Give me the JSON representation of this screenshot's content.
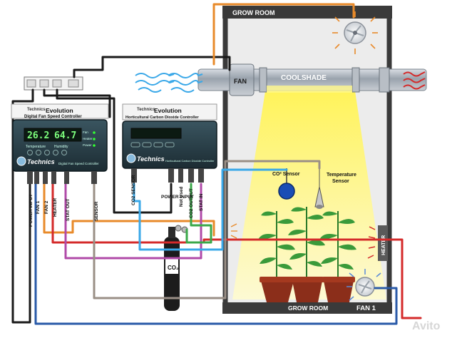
{
  "grow_room": {
    "top_label": "GROW ROOM",
    "bottom_label": "GROW ROOM",
    "fan_label": "FAN",
    "duct_label": "COOLSHADE",
    "fan1_label": "FAN 1",
    "heater_label": "HEATER",
    "co2_sensor_label": "CO² Sensor",
    "temp_sensor_label": "Temperature Sensor"
  },
  "fan_controller": {
    "brand": "Technics",
    "title": "Evolution",
    "subtitle": "Digital Fan Speed Controller",
    "display_left": "26.2",
    "display_right": "64.7",
    "label_temperature": "Temperature",
    "label_humidity": "Humidity",
    "btn_fan": "Fan",
    "btn_heater": "Heater",
    "btn_power": "Power",
    "panel_logo": "Technics",
    "panel_footer": "Digital Fan Speed Controller",
    "ports": [
      "POWER INPUT",
      "FAN 1",
      "FAN 2",
      "HEATER",
      "STAT OUT",
      "SENSOR"
    ]
  },
  "co2_controller": {
    "brand": "Technics",
    "title": "Evolution",
    "subtitle": "Horticultural Carbon Dioxide Controller",
    "panel_logo": "Technics",
    "panel_footer": "Horticultural Carbon Dioxide Controller",
    "ports": [
      "CO2 SENSOR",
      "POWER INPUT",
      "Not Used",
      "CO2 OUTPUT",
      "STAT IN"
    ]
  },
  "co2_cylinder_label": "CO₂",
  "watermark": "Avito",
  "colors": {
    "orange": "#e88a2a",
    "red": "#d42a2a",
    "magenta": "#b04aa8",
    "green": "#3aa84a",
    "blue": "#2a5aa8",
    "cyan": "#3aa8e8",
    "black": "#1a1a1a",
    "grey": "#9a8f86",
    "room_wall": "#3a3a3a",
    "room_fill": "#e9e9e9",
    "light_yellow": "#fff27a"
  }
}
